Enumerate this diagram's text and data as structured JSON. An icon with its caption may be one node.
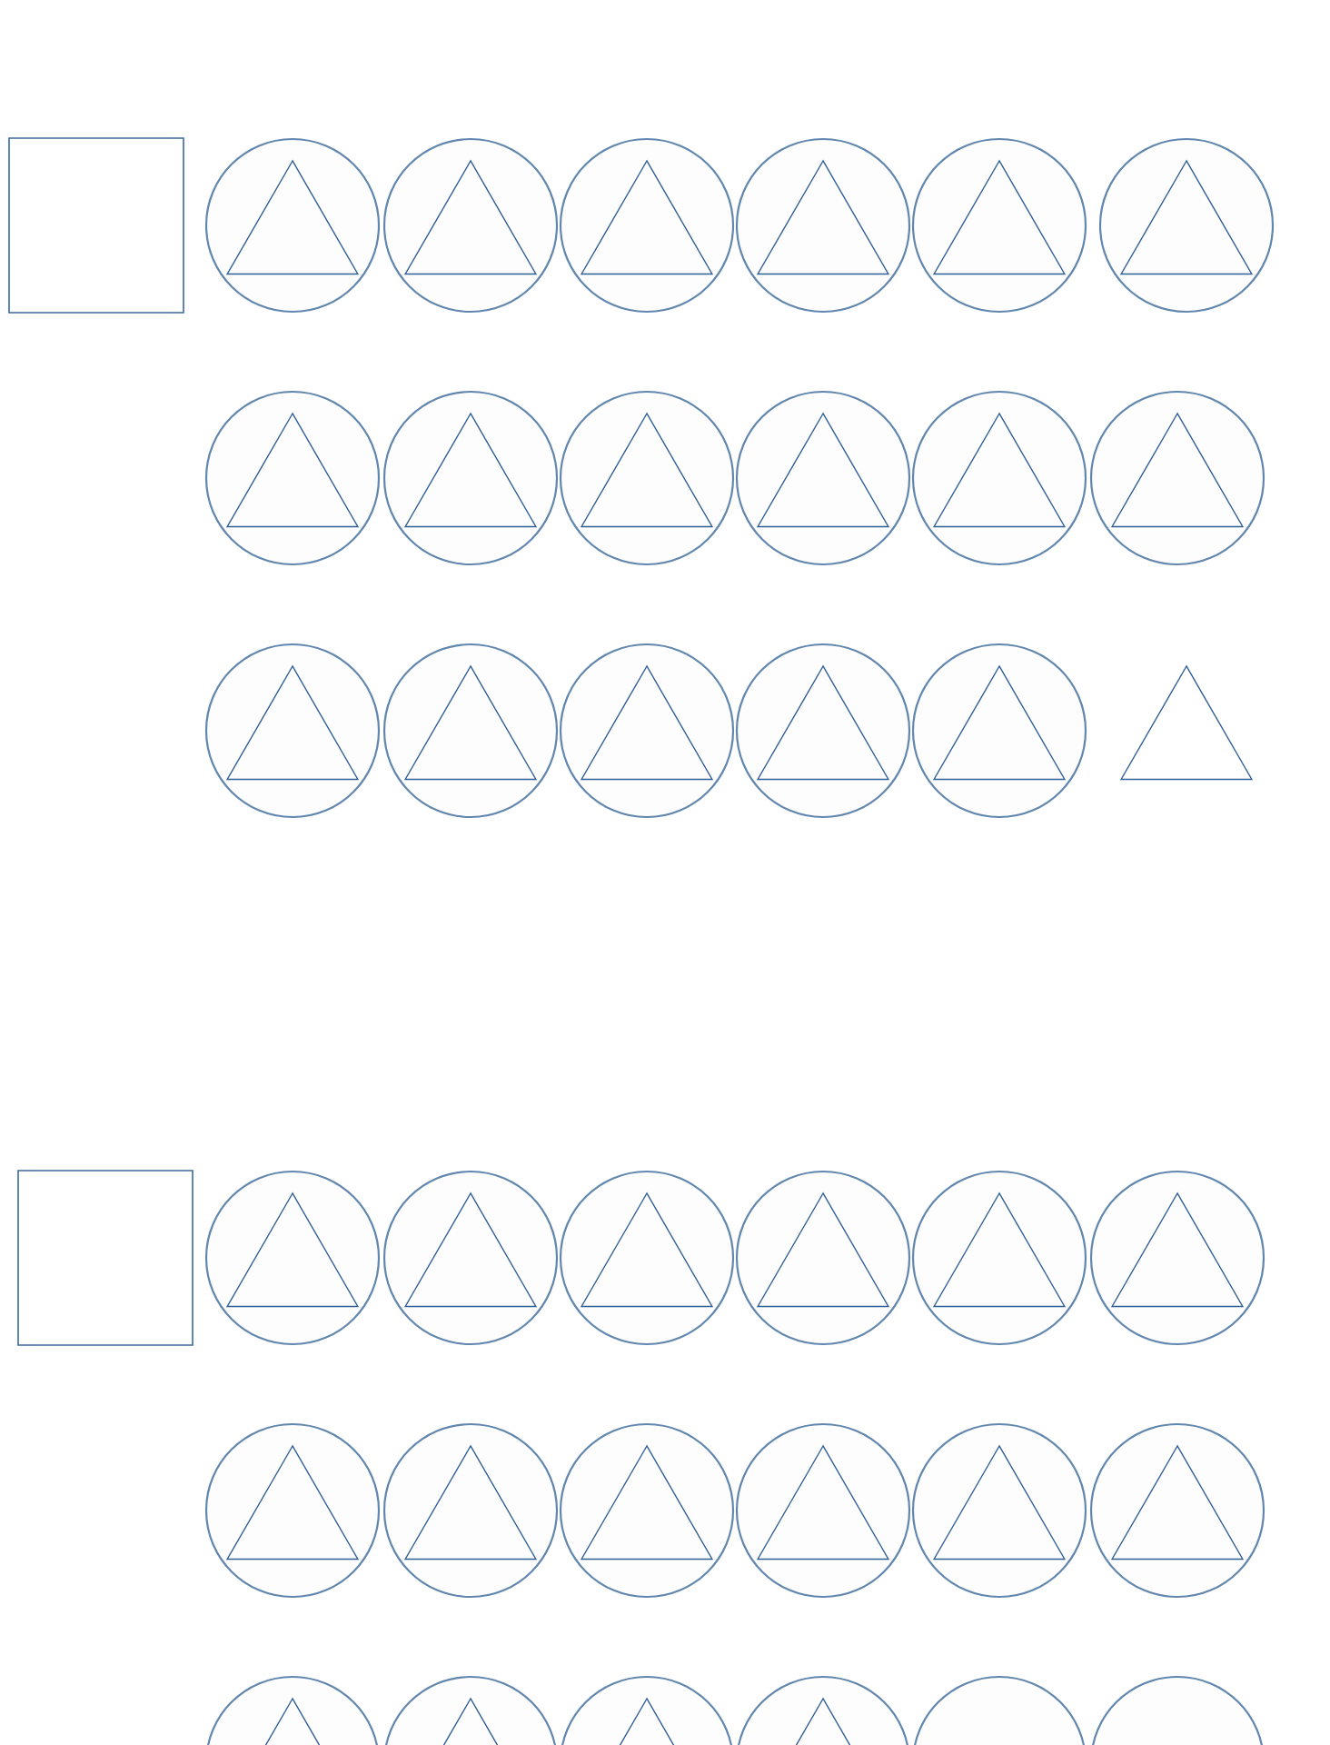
{
  "diagram": {
    "nodes": [
      {
        "text": [],
        "shape": "box"
      },
      {
        "text": [],
        "shape": "circle"
      },
      {
        "text": [],
        "shape": "triangle",
        "in": 1
      },
      {
        "text": [],
        "shape": "circle"
      },
      {
        "text": [],
        "shape": "triangle",
        "in": 3
      },
      {
        "text": [],
        "shape": "circle"
      },
      {
        "text": [],
        "shape": "triangle",
        "in": 5
      },
      {
        "text": [],
        "shape": "circle"
      },
      {
        "text": [],
        "shape": "triangle",
        "in": 7
      },
      {
        "text": [],
        "shape": "circle"
      },
      {
        "text": [],
        "shape": "triangle",
        "in": 9
      },
      {
        "text": [],
        "shape": "circle"
      },
      {
        "text": [],
        "shape": "triangle",
        "in": 11
      },
      {
        "text": [],
        "shape": "circle"
      },
      {
        "text": [],
        "shape": "triangle",
        "in": 13
      },
      {
        "text": [],
        "shape": "circle"
      },
      {
        "text": [],
        "shape": "triangle",
        "in": 15
      },
      {
        "text": [],
        "shape": "circle"
      },
      {
        "text": [],
        "shape": "triangle",
        "in": 17
      },
      {
        "text": [],
        "shape": "circle"
      },
      {
        "text": [],
        "shape": "triangle",
        "in": 19
      },
      {
        "text": [],
        "shape": "circle"
      },
      {
        "text": [],
        "shape": "triangle",
        "in": 21
      },
      {
        "text": [],
        "shape": "circle"
      },
      {
        "text": [],
        "shape": "triangle",
        "in": 23
      },
      {
        "text": [],
        "shape": "circle"
      },
      {
        "text": [],
        "shape": "triangle",
        "in": 25
      },
      {
        "text": [],
        "shape": "circle"
      },
      {
        "text": [],
        "shape": "triangle",
        "in": 27
      },
      {
        "text": [],
        "shape": "circle"
      },
      {
        "text": [],
        "shape": "triangle",
        "in": 29
      },
      {
        "text": [],
        "shape": "circle"
      },
      {
        "text": [],
        "shape": "triangle",
        "in": 31
      },
      {
        "text": [],
        "shape": "circle"
      },
      {
        "text": [],
        "shape": "triangle",
        "in": 33
      },
      {
        "text": [],
        "shape": "triangle"
      },
      {
        "text": [],
        "shape": "box"
      },
      {
        "text": [],
        "shape": "circle"
      },
      {
        "text": [],
        "shape": "triangle",
        "in": 37
      },
      {
        "text": [],
        "shape": "circle"
      },
      {
        "text": [],
        "shape": "triangle",
        "in": 39
      },
      {
        "text": [],
        "shape": "circle"
      },
      {
        "text": [],
        "shape": "triangle",
        "in": 41
      },
      {
        "text": [],
        "shape": "circle"
      },
      {
        "text": [],
        "shape": "triangle",
        "in": 43
      },
      {
        "text": [],
        "shape": "circle"
      },
      {
        "text": [],
        "shape": "triangle",
        "in": 45
      },
      {
        "text": [],
        "shape": "circle"
      },
      {
        "text": [],
        "shape": "triangle",
        "in": 47
      },
      {
        "text": [],
        "shape": "circle"
      },
      {
        "text": [],
        "shape": "triangle",
        "in": 49
      },
      {
        "text": [],
        "shape": "circle"
      },
      {
        "text": [],
        "shape": "triangle",
        "in": 51
      },
      {
        "text": [],
        "shape": "circle"
      },
      {
        "text": [],
        "shape": "triangle",
        "in": 53
      },
      {
        "text": [],
        "shape": "circle"
      },
      {
        "text": [],
        "shape": "triangle",
        "in": 55
      },
      {
        "text": [],
        "shape": "circle"
      },
      {
        "text": [],
        "shape": "triangle",
        "in": 57
      },
      {
        "text": [],
        "shape": "circle"
      },
      {
        "text": [],
        "shape": "triangle",
        "in": 59
      },
      {
        "text": [],
        "shape": "circle"
      },
      {
        "text": [],
        "shape": "triangle",
        "in": 61
      },
      {
        "text": [],
        "shape": "circle"
      },
      {
        "text": [],
        "shape": "triangle",
        "in": 63
      },
      {
        "text": [],
        "shape": "circle"
      },
      {
        "text": [],
        "shape": "triangle",
        "in": 65
      },
      {
        "text": [],
        "shape": "circle"
      },
      {
        "text": [],
        "shape": "triangle",
        "in": 67
      },
      {
        "text": [],
        "shape": "circle"
      },
      {
        "text": [],
        "shape": "circle"
      }
    ]
  }
}
